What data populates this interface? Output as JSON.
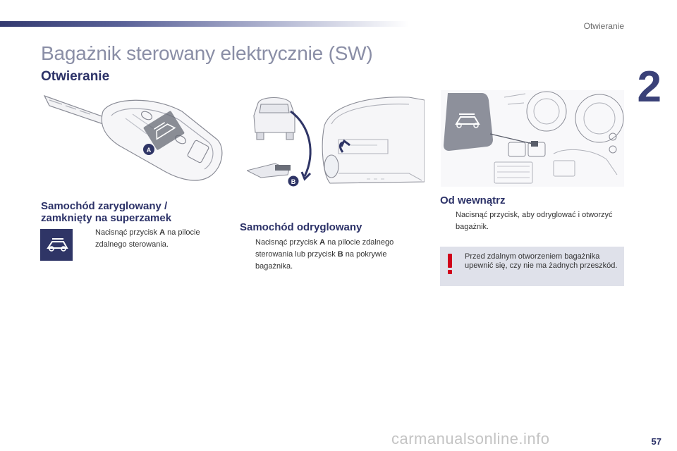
{
  "header": {
    "section": "Otwieranie",
    "chapter_number": "2"
  },
  "page": {
    "title": "Bagażnik sterowany elektrycznie (SW)",
    "subtitle": "Otwieranie",
    "page_number": "57"
  },
  "illustrations": {
    "key_label_a": "A",
    "car_label_b": "B"
  },
  "locked": {
    "heading_line1": "Samochód zaryglowany /",
    "heading_line2": "zamknięty na superzamek",
    "bullet": "",
    "text_pre": "Nacisnąć przycisk ",
    "text_bold": "A",
    "text_post": " na pilocie zdalnego sterowania."
  },
  "unlocked": {
    "heading": "Samochód odryglowany",
    "bullet": "",
    "text_pre": "Nacisnąć przycisk ",
    "text_bold1": "A",
    "text_mid": " na pilocie zdalnego sterowania lub przycisk ",
    "text_bold2": "B",
    "text_post": " na pokrywie bagażnika."
  },
  "inside": {
    "heading": "Od wewnątrz",
    "bullet": "",
    "text": "Nacisnąć przycisk, aby odryglować i otworzyć bagażnik."
  },
  "warning": {
    "text": "Przed zdalnym otworzeniem bagażnika upewnić się, czy nie ma żadnych przeszkód."
  },
  "watermark": "carmanualsonline.info",
  "colors": {
    "brand_dark": "#2c3268",
    "title_grey": "#8a8ea6",
    "warning_bg": "#dfe1ea",
    "warning_mark": "#d0021b"
  }
}
